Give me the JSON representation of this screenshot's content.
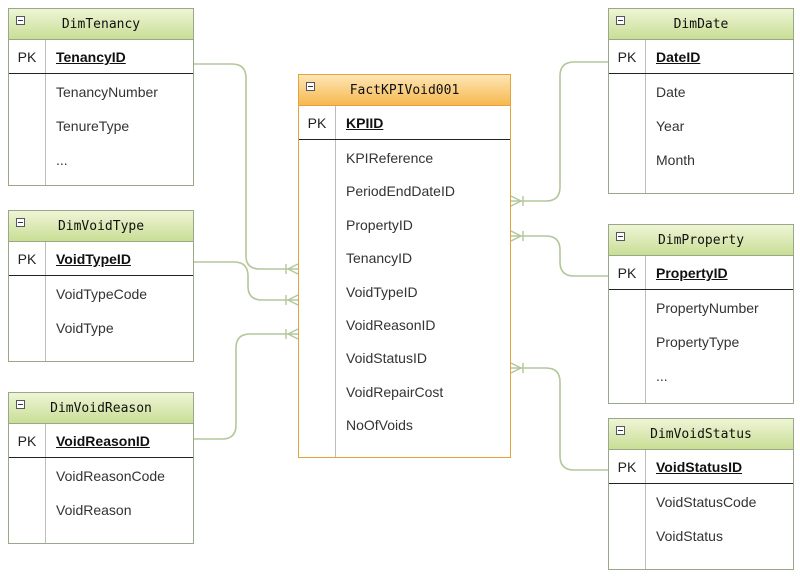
{
  "tables": {
    "dim_tenancy": {
      "title": "DimTenancy",
      "pk_label": "PK",
      "pk": "TenancyID",
      "fields": [
        "TenancyNumber",
        "TenureType",
        "..."
      ]
    },
    "dim_void_type": {
      "title": "DimVoidType",
      "pk_label": "PK",
      "pk": "VoidTypeID",
      "fields": [
        "VoidTypeCode",
        "VoidType"
      ]
    },
    "dim_void_reason": {
      "title": "DimVoidReason",
      "pk_label": "PK",
      "pk": "VoidReasonID",
      "fields": [
        "VoidReasonCode",
        "VoidReason"
      ]
    },
    "fact": {
      "title": "FactKPIVoid001",
      "pk_label": "PK",
      "pk": "KPIID",
      "fields": [
        "KPIReference",
        "PeriodEndDateID",
        "PropertyID",
        "TenancyID",
        "VoidTypeID",
        "VoidReasonID",
        "VoidStatusID",
        "VoidRepairCost",
        "NoOfVoids"
      ]
    },
    "dim_date": {
      "title": "DimDate",
      "pk_label": "PK",
      "pk": "DateID",
      "fields": [
        "Date",
        "Year",
        "Month"
      ]
    },
    "dim_property": {
      "title": "DimProperty",
      "pk_label": "PK",
      "pk": "PropertyID",
      "fields": [
        "PropertyNumber",
        "PropertyType",
        "..."
      ]
    },
    "dim_void_status": {
      "title": "DimVoidStatus",
      "pk_label": "PK",
      "pk": "VoidStatusID",
      "fields": [
        "VoidStatusCode",
        "VoidStatus"
      ]
    }
  },
  "relationships": [
    {
      "from": "dim_tenancy",
      "to": "fact",
      "field": "TenancyID"
    },
    {
      "from": "dim_void_type",
      "to": "fact",
      "field": "VoidTypeID"
    },
    {
      "from": "dim_void_reason",
      "to": "fact",
      "field": "VoidReasonID"
    },
    {
      "from": "dim_date",
      "to": "fact",
      "field": "PeriodEndDateID"
    },
    {
      "from": "dim_property",
      "to": "fact",
      "field": "PropertyID"
    },
    {
      "from": "dim_void_status",
      "to": "fact",
      "field": "VoidStatusID"
    }
  ],
  "colors": {
    "dim_header": "#c9de95",
    "fact_header": "#f7b84f",
    "connector": "#b3c79a"
  }
}
